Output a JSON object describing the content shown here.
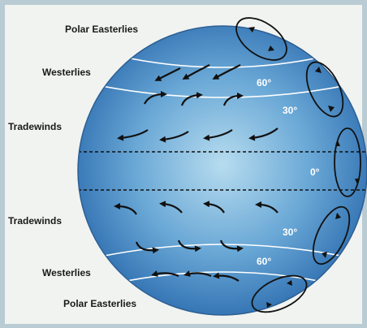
{
  "labels": {
    "polar_easterlies_top": "Polar Easterlies",
    "westerlies_top": "Westerlies",
    "tradewinds_top": "Tradewinds",
    "tradewinds_bottom": "Tradewinds",
    "westerlies_bottom": "Westerlies",
    "polar_easterlies_bottom": "Polar Easterlies"
  },
  "latitudes": {
    "n60": "60°",
    "n30": "30°",
    "equator": "0°",
    "s30": "30°",
    "s60": "60°"
  },
  "colors": {
    "background_panel": "#f1f3f1",
    "globe_light": "#b7dcef",
    "globe_dark": "#2f6fb0",
    "arrow": "#111111",
    "band_line": "#ffffff"
  },
  "icons": {
    "wind_arrow": "curved-arrow-icon",
    "circulation_cell": "circulation-loop-icon"
  }
}
